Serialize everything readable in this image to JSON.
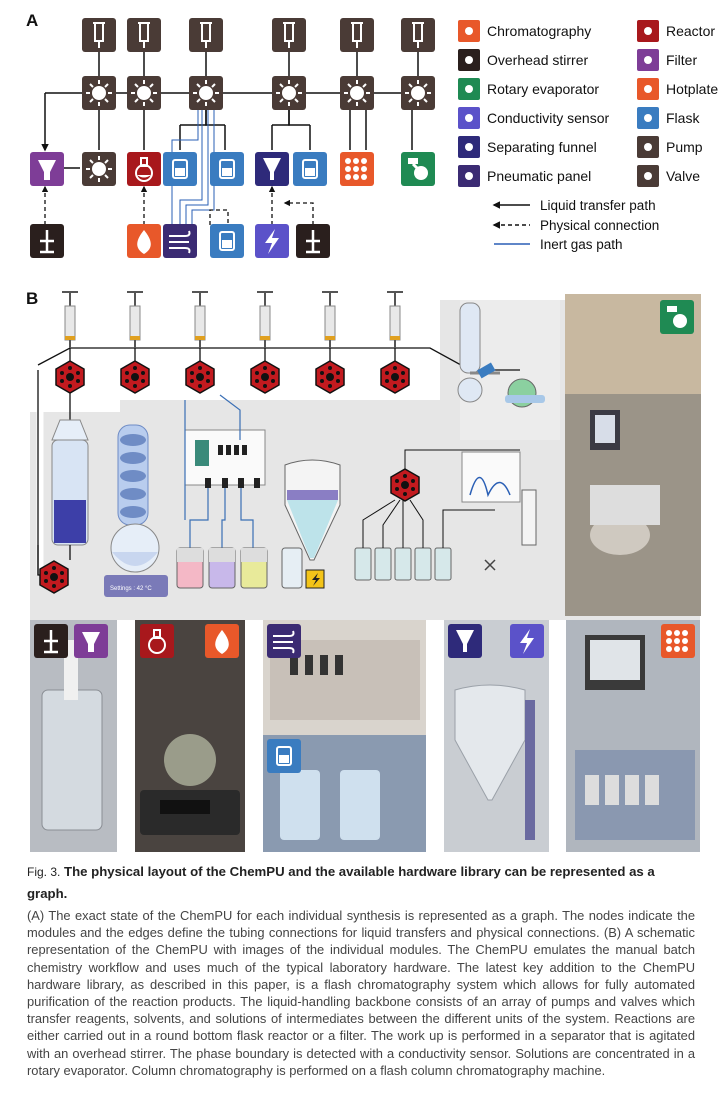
{
  "panel_a": {
    "label": "A"
  },
  "panel_b": {
    "label": "B"
  },
  "legend": {
    "items": [
      {
        "name": "Chromatography",
        "color": "#e8582a"
      },
      {
        "name": "Overhead  stirrer",
        "color": "#2a1f1d"
      },
      {
        "name": "Rotary evaporator",
        "color": "#1f8a53"
      },
      {
        "name": "Conductivity sensor",
        "color": "#5b52c9"
      },
      {
        "name": "Separating funnel",
        "color": "#2e2a7a"
      },
      {
        "name": "Pneumatic panel",
        "color": "#3b2b73"
      },
      {
        "name": "Reactor",
        "color": "#a8181c"
      },
      {
        "name": "Filter",
        "color": "#7e3d97"
      },
      {
        "name": "Hotplate",
        "color": "#e8582a"
      },
      {
        "name": "Flask",
        "color": "#3a7cc0"
      },
      {
        "name": "Pump",
        "color": "#4a3b36"
      },
      {
        "name": "Valve",
        "color": "#4a3b36"
      }
    ],
    "lines": [
      {
        "name": "Liquid transfer path"
      },
      {
        "name": "Physical connection"
      },
      {
        "name": "Inert gas path"
      }
    ]
  },
  "schematic": {
    "thermometer_readout": "Settings : 42 °C"
  },
  "caption": {
    "fig_label": "Fig. 3.",
    "title": "The physical layout of the ChemPU and the available hardware library can be represented as a graph.",
    "body": "(A) The exact state of the ChemPU for each individual synthesis is represented as a graph. The nodes indicate the modules and the edges define the tubing connections for liquid transfers and physical connections. (B) A schematic representation of the ChemPU with images of the individual modules. The ChemPU emulates the manual batch chemistry workflow and uses much of the typical laboratory hardware. The latest key addition to the ChemPU hardware library, as described in this paper, is a flash chromatography system which allows for fully automated purification of the reaction products. The liquid-handling backbone consists of an array of pumps and valves which transfer reagents, solvents, and solutions of intermediates between the different units of the system. Reactions are either carried out in a round bottom flask reactor or a filter. The work up is performed in a separator that is agitated with an overhead stirrer. The phase boundary is detected with a conductivity sensor. Solutions are concentrated in a rotary evaporator. Column chromatography is performed on a flash column chromatography machine."
  }
}
